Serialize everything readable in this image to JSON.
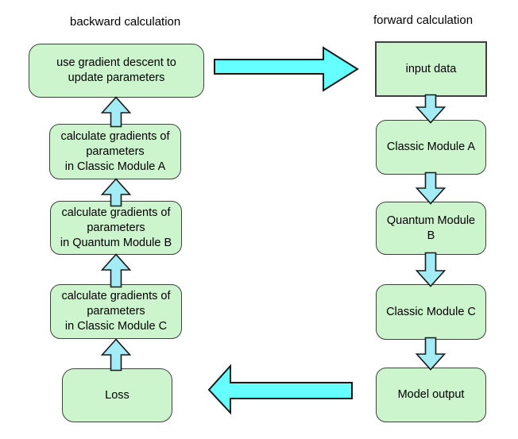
{
  "diagram": {
    "backward": {
      "title": "backward calculation",
      "nodes": [
        {
          "label": "use gradient descent to\nupdate parameters"
        },
        {
          "label": "calculate gradients of\nparameters\nin Classic Module A"
        },
        {
          "label": "calculate gradients of\nparameters\nin Quantum Module B"
        },
        {
          "label": "calculate gradients of\nparameters\nin Classic Module C"
        },
        {
          "label": "Loss"
        }
      ]
    },
    "forward": {
      "title": "forward calculation",
      "nodes": [
        {
          "label": "input data"
        },
        {
          "label": "Classic Module A"
        },
        {
          "label": "Quantum Module\nB"
        },
        {
          "label": "Classic Module C"
        },
        {
          "label": "Model output"
        }
      ]
    },
    "colors": {
      "background": "#ffffff",
      "box_fill": "#cdf5cd",
      "box_border": "#404040",
      "big_arrow_fill": "#66ffff",
      "small_arrow_fill": "#a3ecf5",
      "arrow_stroke": "#1a1a1a",
      "text": "#000000"
    }
  }
}
